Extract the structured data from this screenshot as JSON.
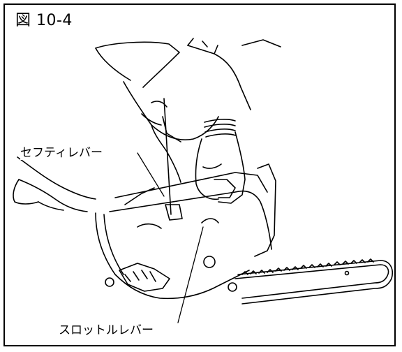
{
  "figure": {
    "title": "図 10-4",
    "labels": {
      "safety_lever": "セフティレバー",
      "throttle_lever": "スロットルレバー"
    }
  }
}
